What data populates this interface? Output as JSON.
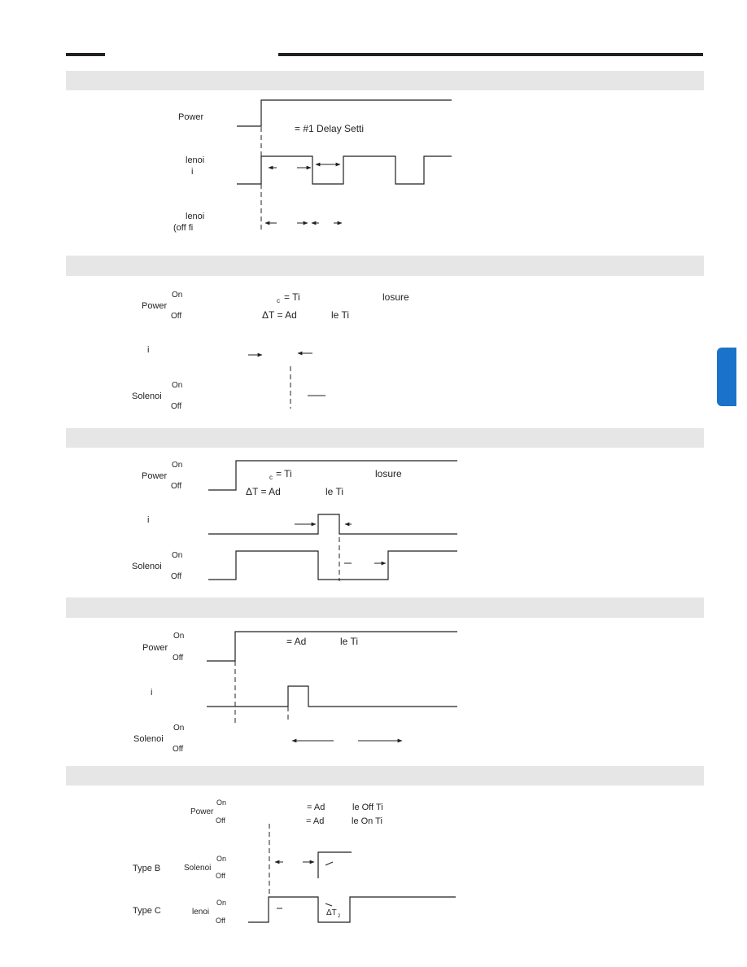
{
  "colors": {
    "accent_tab": "#1a73c8",
    "section_band": "#e6e6e7",
    "ink": "#231f20"
  },
  "panel1": {
    "power_label": "Power",
    "delay_text": "= #1 Delay Setti",
    "solenoid_label_1": "lenoi",
    "solenoid_label_2": "i",
    "solenoid2_label_1": "lenoi",
    "solenoid2_label_2": "(off fi"
  },
  "panel2": {
    "on_power": "On",
    "power_label": "Power",
    "off_power": "Off",
    "tc_sub": "c",
    "tc_text": "= Ti",
    "closure_text": "losure",
    "delta_text": "ΔT = Ad",
    "delta_tail": "le Ti",
    "input_label": "i",
    "on_sol": "On",
    "solenoid_label": "Solenoi",
    "off_sol": "Off"
  },
  "panel3": {
    "on_power": "On",
    "power_label": "Power",
    "off_power": "Off",
    "tc_sub": "c",
    "tc_text": "= Ti",
    "closure_text": "losure",
    "delta_text": "ΔT = Ad",
    "delta_tail": "le Ti",
    "input_label": "i",
    "on_sol": "On",
    "solenoid_label": "Solenoi",
    "off_sol": "Off"
  },
  "panel4": {
    "on_power": "On",
    "power_label": "Power",
    "off_power": "Off",
    "eq_text": "= Ad",
    "eq_tail": "le Ti",
    "input_label": "i",
    "on_sol": "On",
    "solenoid_label": "Solenoi",
    "off_sol": "Off"
  },
  "panel5": {
    "on_power": "On",
    "power_label": "Power",
    "off_power": "Off",
    "eq1_text": "= Ad",
    "eq1_tail": "le Off Ti",
    "eq2_text": "= Ad",
    "eq2_tail": "le On Ti",
    "type_b": "Type B",
    "type_b_sol": "Solenoi",
    "type_b_on": "On",
    "type_b_off": "Off",
    "type_c": "Type C",
    "type_c_sol": "lenoi",
    "type_c_on": "On",
    "type_c_off": "Off",
    "dt2_text": "ΔT",
    "dt2_sub": "2"
  }
}
